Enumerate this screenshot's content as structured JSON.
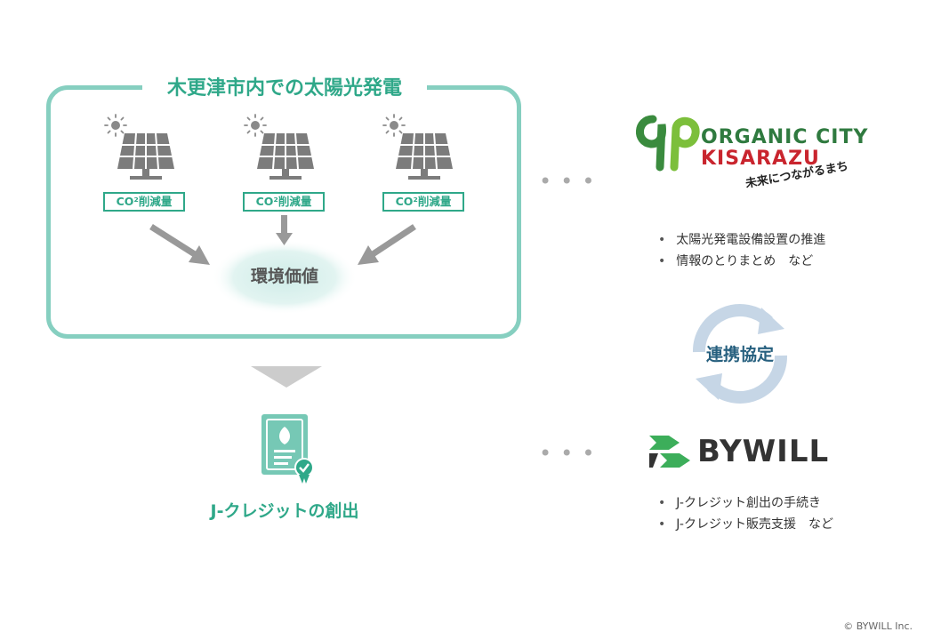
{
  "solar_box": {
    "title": "木更津市内での太陽光発電",
    "co2_label": "CO²削減量",
    "value_label": "環境価値"
  },
  "credit": {
    "label": "J-クレジットの創出"
  },
  "partners": {
    "organic_city": {
      "logo_line1": "ORGANIC CITY",
      "logo_line2": "KISARAZU",
      "tagline": "未来につながるまち",
      "roles": [
        "太陽光発電設備設置の推進",
        "情報のとりまとめ　など"
      ]
    },
    "agreement": "連携協定",
    "bywill": {
      "logo": "BYWILL",
      "roles": [
        "J-クレジット創出の手続き",
        "J-クレジット販売支援　など"
      ]
    }
  },
  "copyright": "© BYWILL Inc.",
  "colors": {
    "teal": "#2fa889",
    "frame": "#86cfc0",
    "arrow": "#999999",
    "cycle": "#c6d6e6",
    "organic_green": "#2f7a3f",
    "organic_red": "#c9252e"
  },
  "icons": [
    "sun-icon",
    "solar-panel-icon",
    "certificate-icon",
    "cycle-arrows-icon",
    "bywill-logo-icon"
  ]
}
